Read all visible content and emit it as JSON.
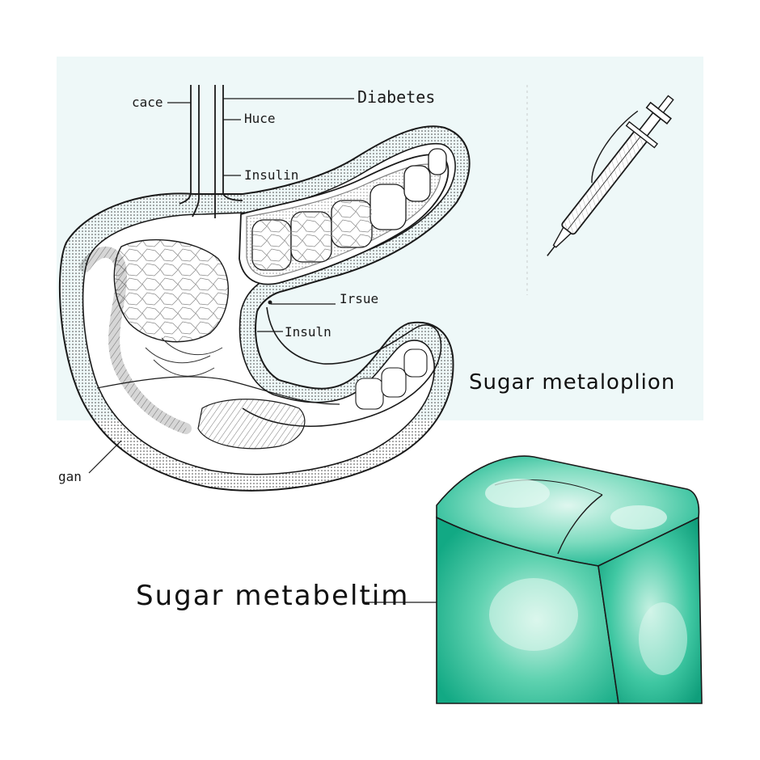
{
  "labels": {
    "cace": "cace",
    "huce": "Huce",
    "diabetes": "Diabetes",
    "insulin_top": "Insulin",
    "irsue": "Irsue",
    "insuln": "Insuln",
    "gan": "gan",
    "sugar_metaloplion": "Sugar metaloplion",
    "sugar_metabeltim": "Sugar metabeltim"
  },
  "colors": {
    "panel_top_bg": "#eef8f8",
    "ink": "#1a1a1a",
    "cube_green": "#1fbf9a",
    "cube_light": "#a8ecd8"
  }
}
